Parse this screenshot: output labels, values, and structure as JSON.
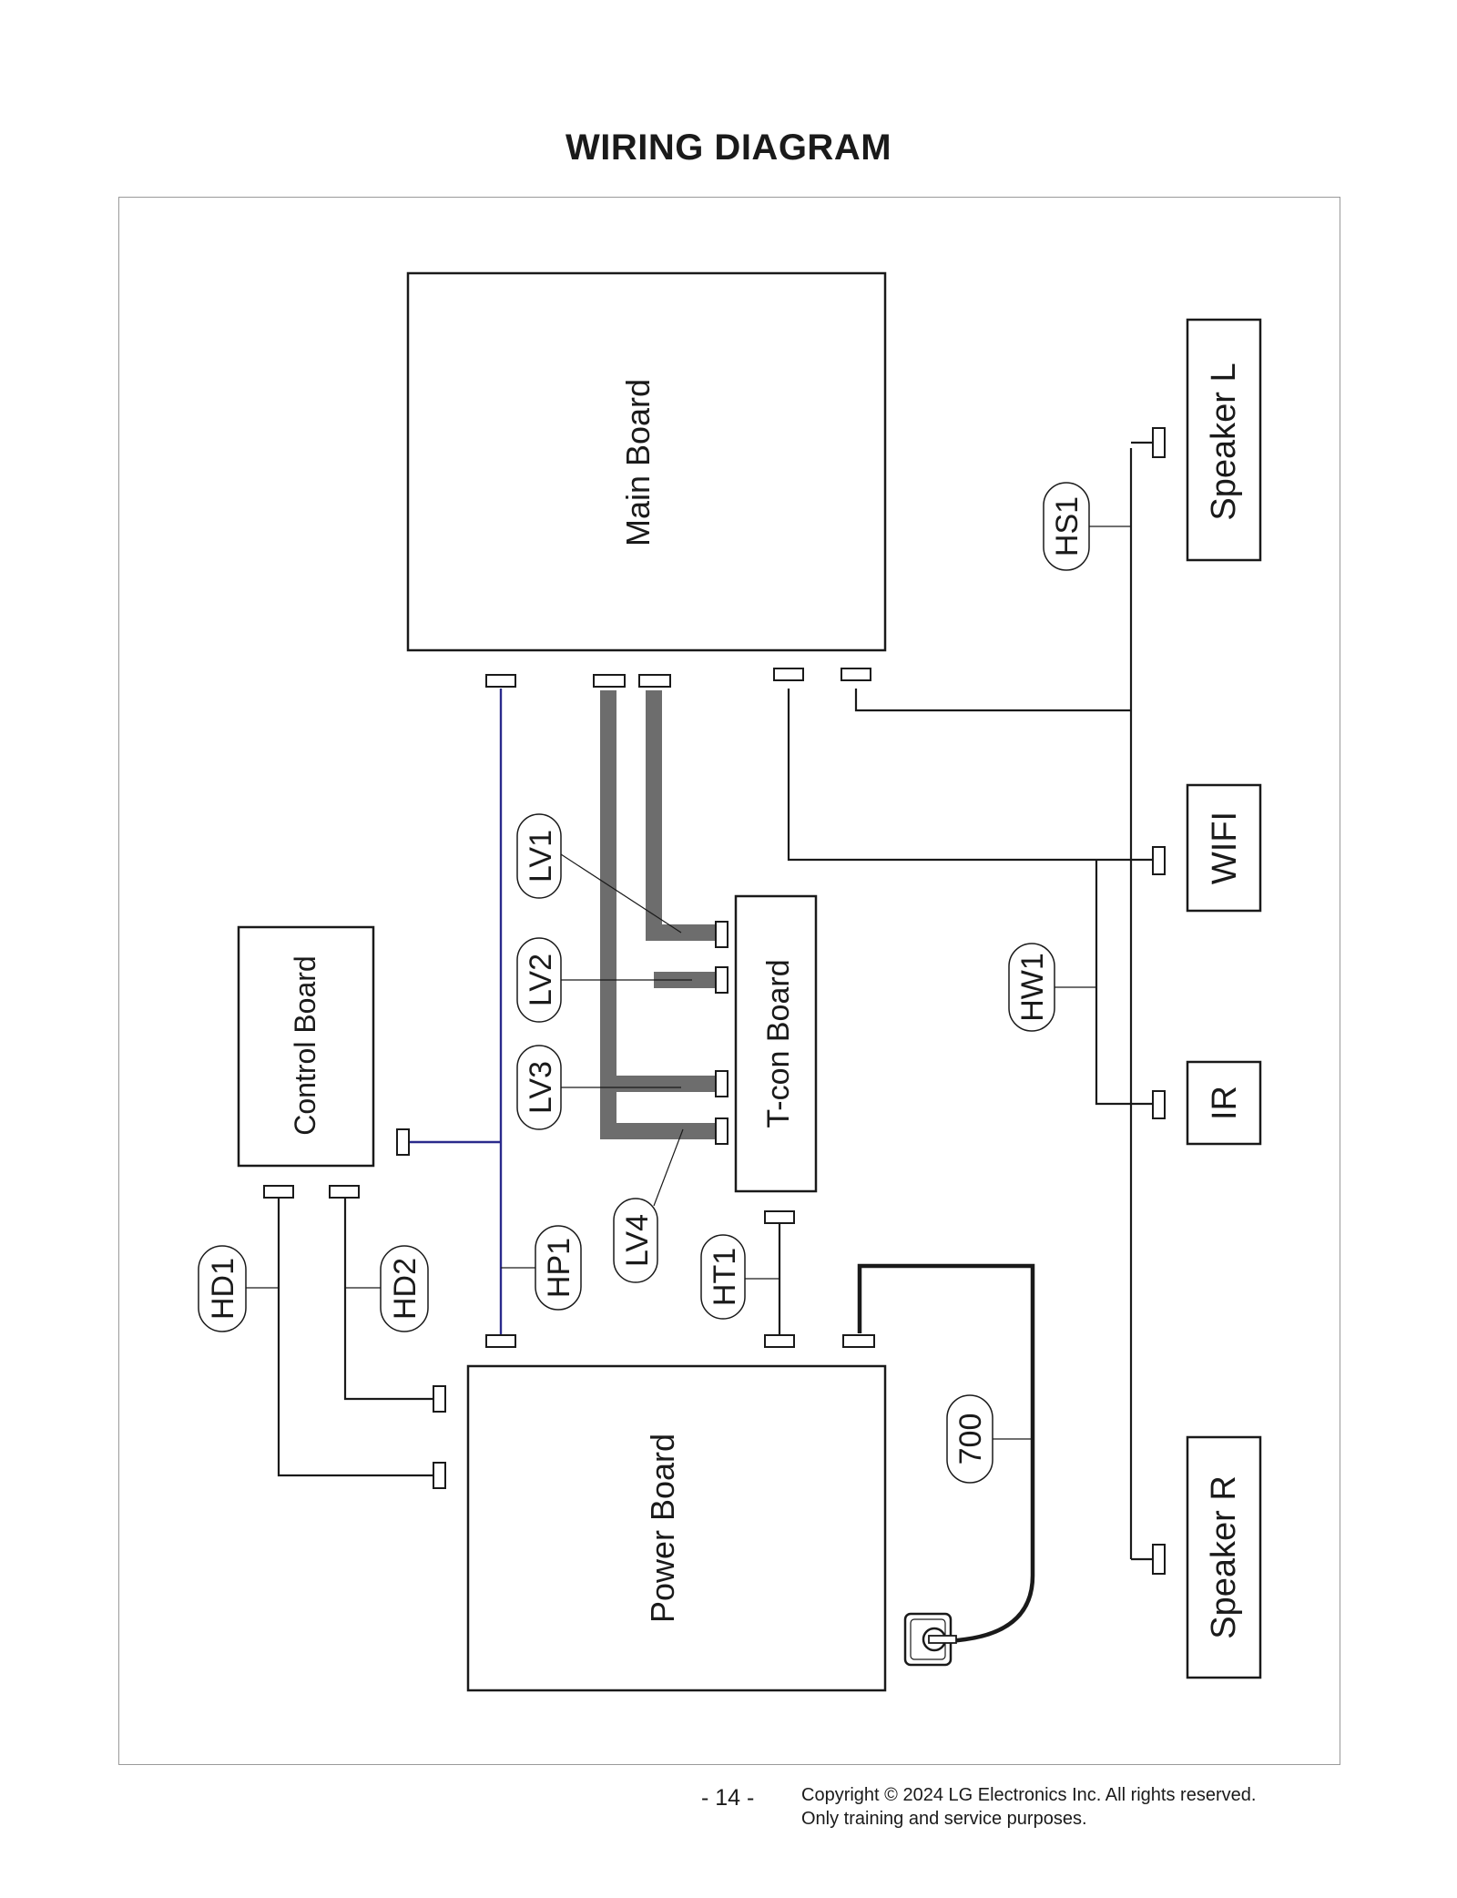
{
  "page": {
    "title": "WIRING DIAGRAM",
    "page_number": "- 14 -",
    "copyright_line1": "Copyright © 2024 LG Electronics Inc. All rights reserved.",
    "copyright_line2": "Only training and service purposes."
  },
  "boards": {
    "main": "Main Board",
    "power": "Power Board",
    "control": "Control Board",
    "tcon": "T-con Board",
    "speaker_l": "Speaker L",
    "speaker_r": "Speaker R",
    "wifi": "WIFI",
    "ir": "IR"
  },
  "cables": {
    "lv1": "LV1",
    "lv2": "LV2",
    "lv3": "LV3",
    "lv4": "LV4",
    "hd1": "HD1",
    "hd2": "HD2",
    "hp1": "HP1",
    "ht1": "HT1",
    "hs1": "HS1",
    "hw1": "HW1",
    "c700": "700"
  },
  "colors": {
    "lvds_cable": "#6d6d6d",
    "hp1_wire": "#2a2a8c",
    "frame": "#9a9a9a"
  }
}
